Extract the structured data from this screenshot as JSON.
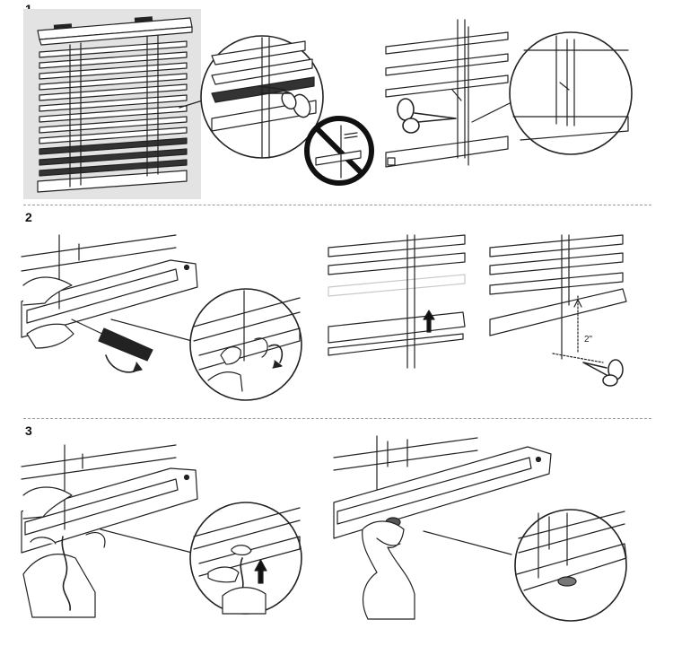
{
  "steps": [
    {
      "number": "1"
    },
    {
      "number": "2"
    },
    {
      "number": "3"
    }
  ],
  "measurement_label": "2\"",
  "colors": {
    "line": "#222222",
    "panel_bg": "#e3e3e3",
    "prohibit": "#111111"
  },
  "icons": [
    "scissors-icon",
    "screwdriver-icon",
    "prohibited-icon",
    "arrow-up-icon",
    "hand-icon",
    "cord-icon",
    "plug-icon",
    "blind-icon"
  ]
}
